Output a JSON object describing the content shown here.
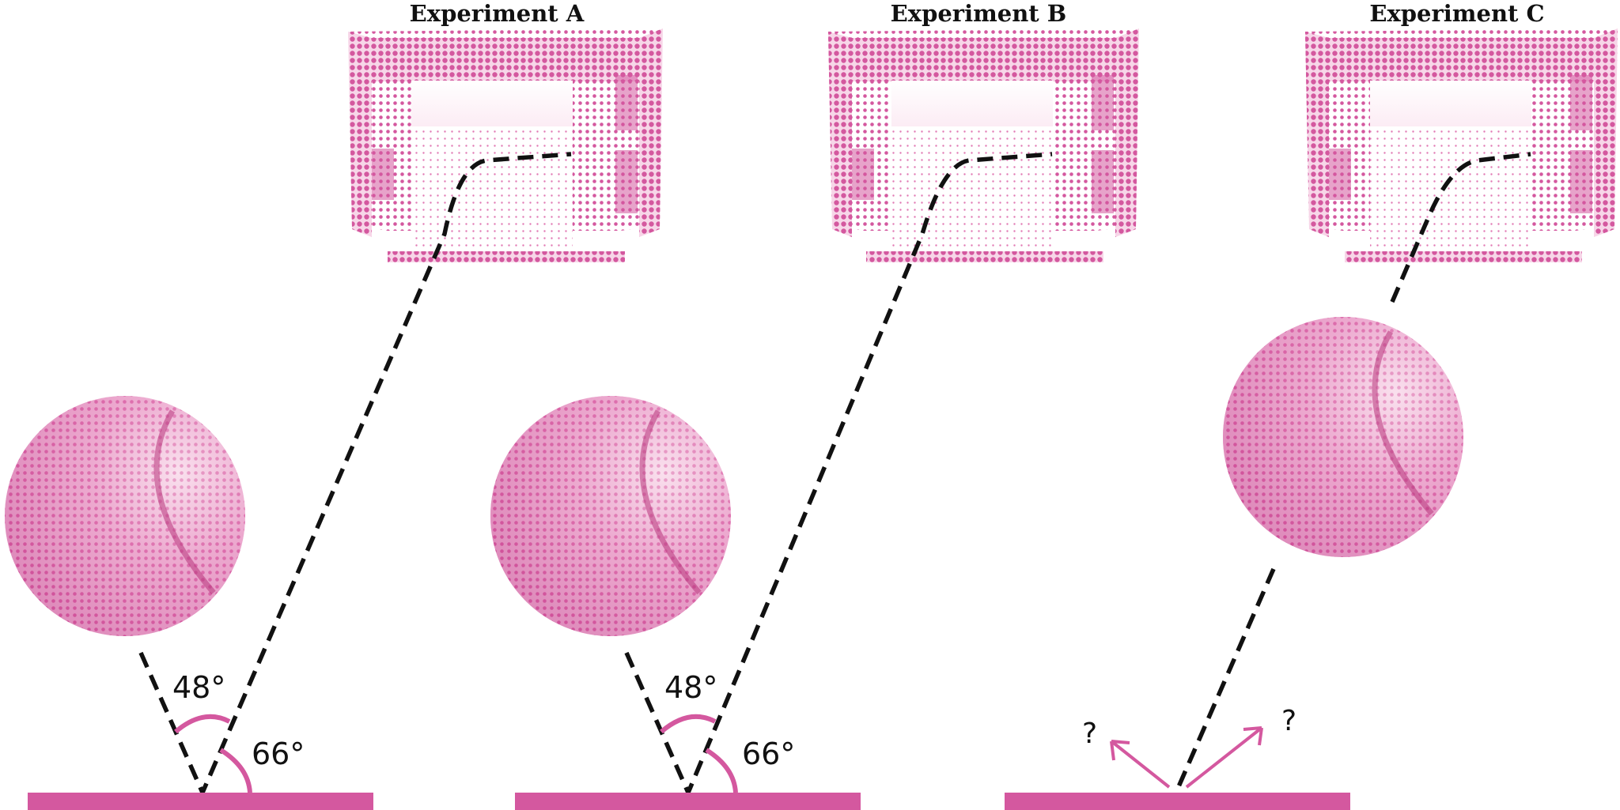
{
  "colors": {
    "accent": "#d4589f",
    "accent_dark": "#c0397f",
    "accent_light": "#f4c4de",
    "path": "#111111"
  },
  "experiments": [
    {
      "title": "Experiment A",
      "incident_angle": "48°",
      "outgoing_angle": "66°"
    },
    {
      "title": "Experiment B",
      "incident_angle": "48°",
      "outgoing_angle": "66°"
    },
    {
      "title": "Experiment C",
      "unknown_left": "?",
      "unknown_right": "?"
    }
  ]
}
